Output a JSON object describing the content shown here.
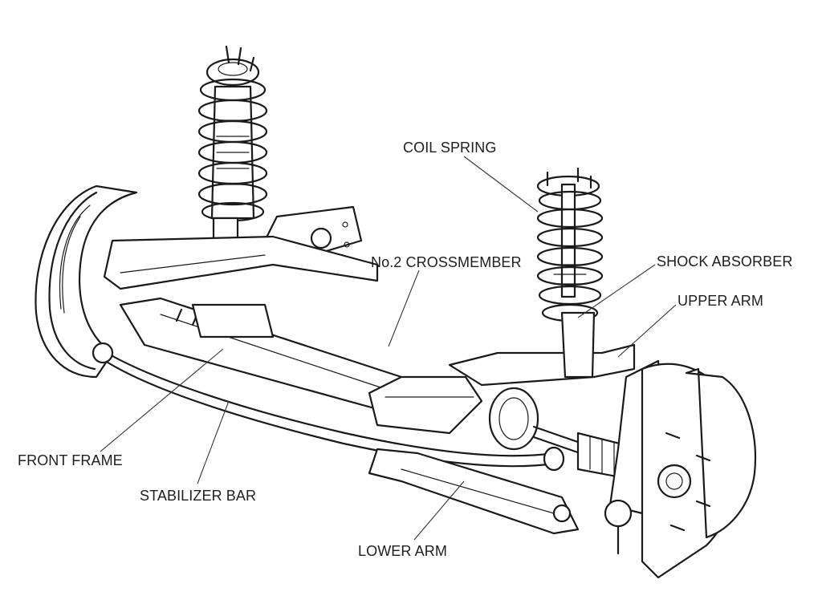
{
  "diagram": {
    "subject": "Front double-wishbone suspension assembly (exploded/perspective line drawing)",
    "labels": {
      "coil_spring": "COIL SPRING",
      "no2_crossmember": "No.2 CROSSMEMBER",
      "shock_absorber": "SHOCK ABSORBER",
      "upper_arm": "UPPER ARM",
      "front_frame": "FRONT FRAME",
      "stabilizer_bar": "STABILIZER BAR",
      "lower_arm": "LOWER ARM"
    },
    "colors": {
      "line": "#1a1a1a",
      "text": "#1e1e1e",
      "background": "#ffffff"
    }
  }
}
